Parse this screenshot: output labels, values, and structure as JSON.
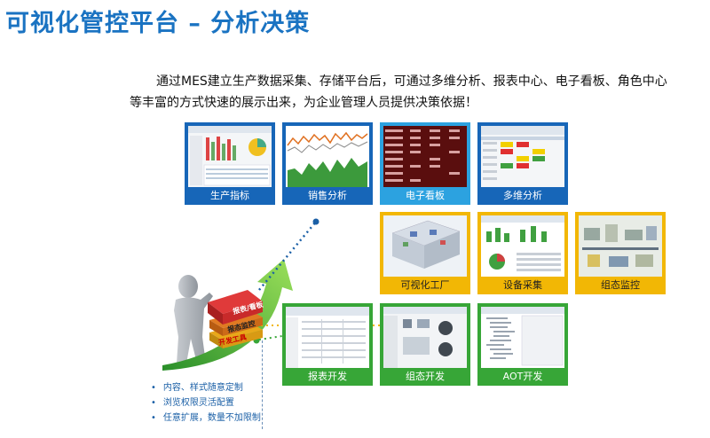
{
  "title": "可视化管控平台 – 分析决策",
  "intro": {
    "line1": "通过MES建立生产数据采集、存储平台后，可通过多维分析、报表中心、电子看板、角色中心",
    "line2": "等丰富的方式快速的展示出来，为企业管理人员提供决策依据！"
  },
  "tiles_row1": [
    {
      "label": "生产指标",
      "color": "#1766b8"
    },
    {
      "label": "销售分析",
      "color": "#1766b8"
    },
    {
      "label": "电子看板",
      "color": "#2ca2e0"
    },
    {
      "label": "多维分析",
      "color": "#1766b8"
    }
  ],
  "tiles_row2": [
    {
      "label": "可视化工厂",
      "color": "#f2b705"
    },
    {
      "label": "设备采集",
      "color": "#f2b705"
    },
    {
      "label": "组态监控",
      "color": "#f2b705"
    }
  ],
  "tiles_row3": [
    {
      "label": "报表开发",
      "color": "#37a637"
    },
    {
      "label": "组态开发",
      "color": "#37a637"
    },
    {
      "label": "AOT开发",
      "color": "#37a637"
    }
  ],
  "stack_labels": {
    "top": "报表/看板",
    "mid": "报态监控",
    "bottom": "开发工具"
  },
  "bullets": [
    "内容、样式随意定制",
    "浏览权限灵活配置",
    "任意扩展，数量不加限制"
  ]
}
